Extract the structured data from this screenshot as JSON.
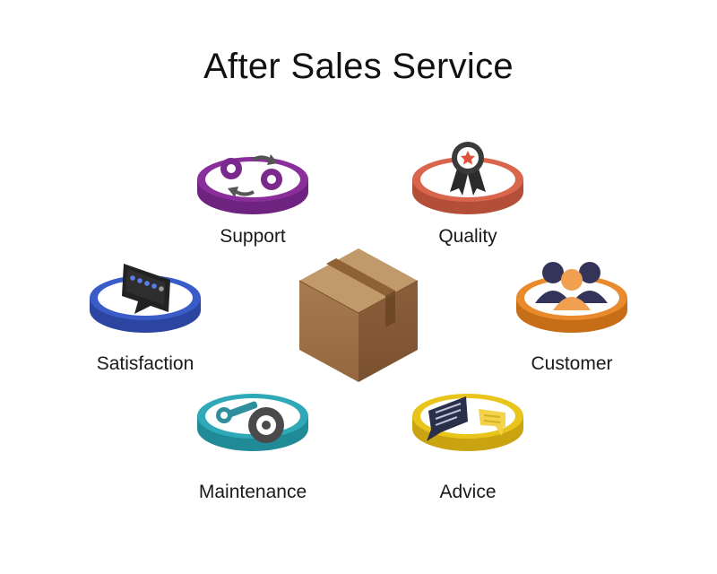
{
  "title": "After Sales Service",
  "items": [
    {
      "label": "Support",
      "color": "#8a2e9b",
      "icon": "gears-cycle-icon"
    },
    {
      "label": "Quality",
      "color": "#d9664c",
      "icon": "award-ribbon-icon"
    },
    {
      "label": "Satisfaction",
      "color": "#3a5cc8",
      "icon": "rating-chat-icon"
    },
    {
      "label": "Customer",
      "color": "#e98a2c",
      "icon": "users-group-icon"
    },
    {
      "label": "Maintenance",
      "color": "#2fa9b7",
      "icon": "wrench-gear-icon"
    },
    {
      "label": "Advice",
      "color": "#e9c51c",
      "icon": "chat-bubbles-icon"
    }
  ],
  "center": {
    "icon": "cardboard-box-icon",
    "color": "#a8774c"
  }
}
